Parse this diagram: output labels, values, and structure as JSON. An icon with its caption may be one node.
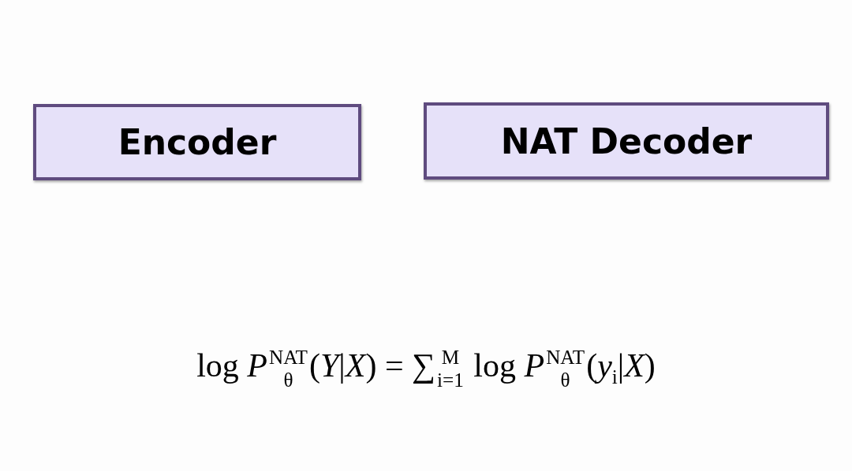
{
  "diagram": {
    "nodes": [
      {
        "text": [
          "Encoder"
        ]
      },
      {
        "text": [
          "NAT Decoder"
        ]
      }
    ],
    "labels": [
      "log *P*$^{NAT}$$_{θ}$(*Y*|*X*) = ∑$^{M}$$_{i=1}$ log *P*$^{NAT}$$_{θ}$(*y*$_{i}$|*X*)"
    ]
  }
}
